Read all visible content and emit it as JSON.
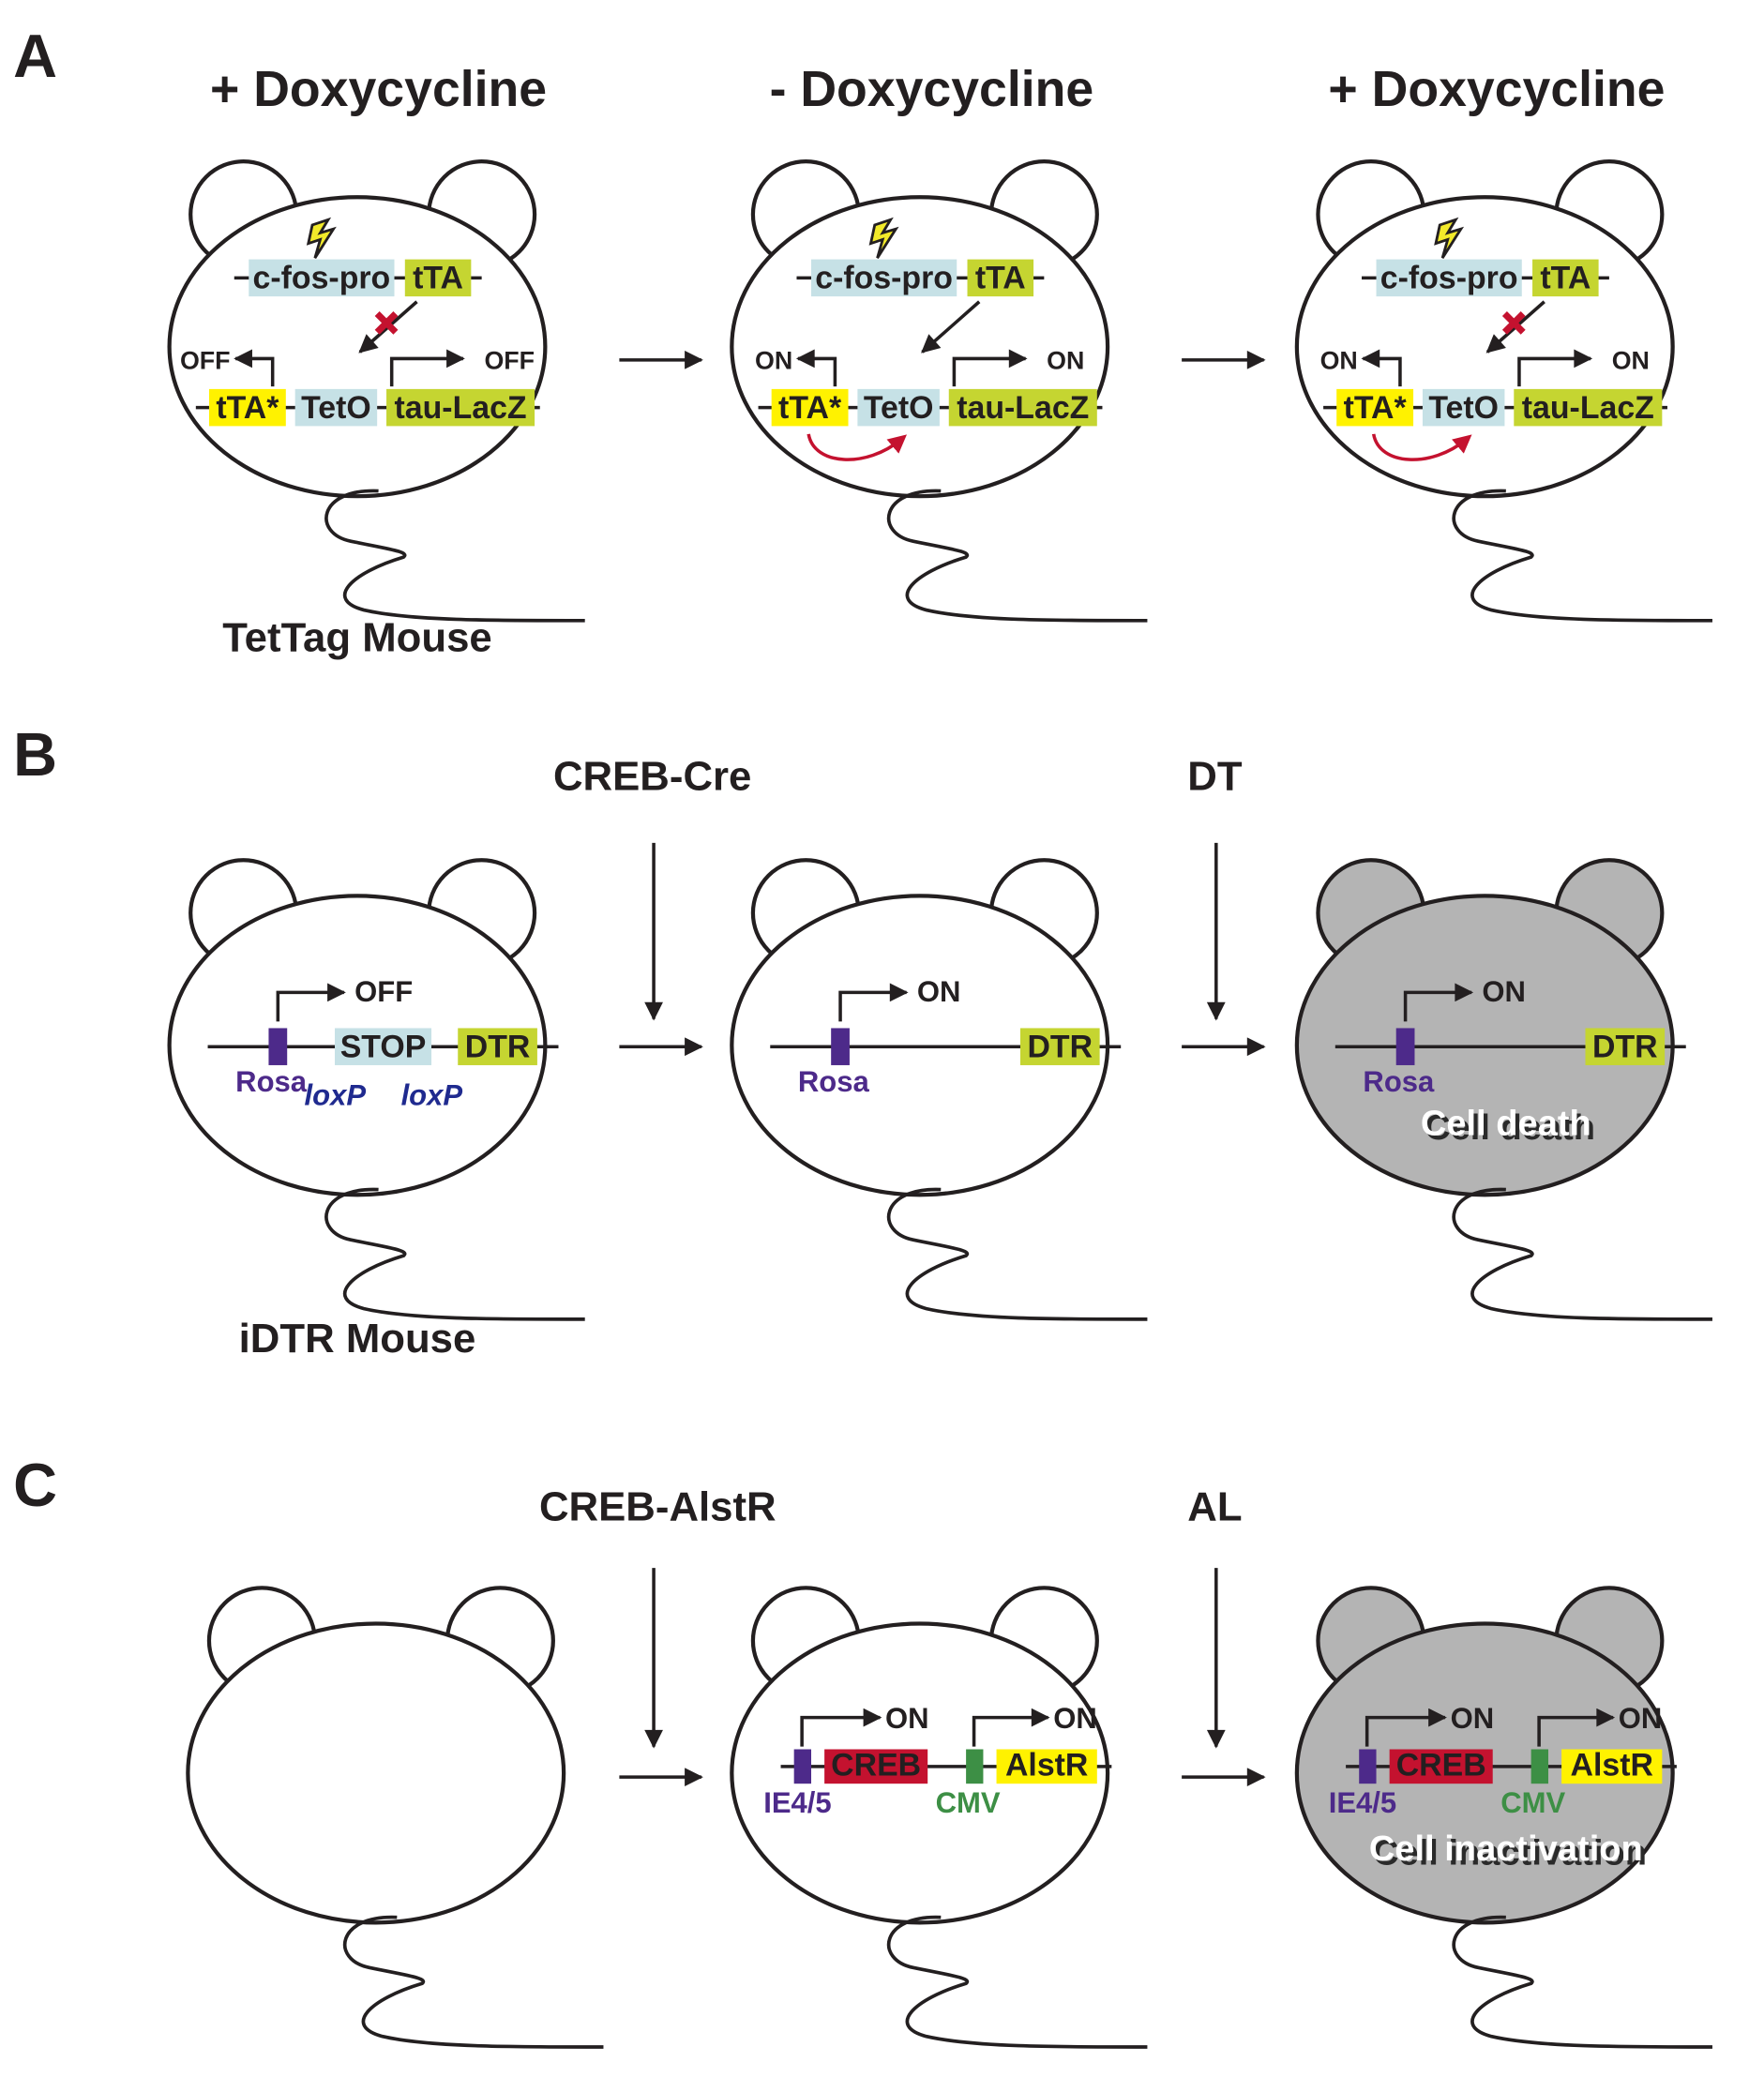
{
  "colors": {
    "ink": "#231f20",
    "light_blue": "#c6e1e6",
    "lime": "#c5d531",
    "yellow": "#fff200",
    "purple": "#4d2a8a",
    "loxp_blue": "#1f2a8f",
    "red": "#c4122f",
    "green": "#3d8f45",
    "gray_fill": "#b4b4b4",
    "lightning": "#f2ea2a"
  },
  "panels": {
    "A": {
      "letter": "A",
      "caption": "TetTag Mouse",
      "stages": [
        {
          "title": "+ Doxycycline",
          "cassette1": [
            "c-fos-pro",
            "tTA"
          ],
          "cassette2": [
            "tTA*",
            "TetO",
            "tau-LacZ"
          ],
          "left_state": "OFF",
          "right_state": "OFF",
          "blocked": true,
          "feedback": false
        },
        {
          "title": "- Doxycycline",
          "cassette1": [
            "c-fos-pro",
            "tTA"
          ],
          "cassette2": [
            "tTA*",
            "TetO",
            "tau-LacZ"
          ],
          "left_state": "ON",
          "right_state": "ON",
          "blocked": false,
          "feedback": true
        },
        {
          "title": "+ Doxycycline",
          "cassette1": [
            "c-fos-pro",
            "tTA"
          ],
          "cassette2": [
            "tTA*",
            "TetO",
            "tau-LacZ"
          ],
          "left_state": "ON",
          "right_state": "ON",
          "blocked": true,
          "feedback": true
        }
      ]
    },
    "B": {
      "letter": "B",
      "caption": "iDTR Mouse",
      "treatments": [
        "CREB-Cre",
        "DT"
      ],
      "stages": [
        {
          "state": "OFF",
          "promoter": "Rosa",
          "stop": "STOP",
          "gene": "DTR",
          "loxp": [
            "loxP",
            "loxP"
          ]
        },
        {
          "state": "ON",
          "promoter": "Rosa",
          "gene": "DTR"
        },
        {
          "state": "ON",
          "promoter": "Rosa",
          "gene": "DTR",
          "outcome": "Cell death"
        }
      ]
    },
    "C": {
      "letter": "C",
      "treatments": [
        "CREB-AlstR",
        "AL"
      ],
      "stages": [
        {},
        {
          "states": [
            "ON",
            "ON"
          ],
          "promoters": [
            "IE4/5",
            "CMV"
          ],
          "genes": [
            "CREB",
            "AlstR"
          ]
        },
        {
          "states": [
            "ON",
            "ON"
          ],
          "promoters": [
            "IE4/5",
            "CMV"
          ],
          "genes": [
            "CREB",
            "AlstR"
          ],
          "outcome": "Cell inactivation"
        }
      ]
    }
  }
}
